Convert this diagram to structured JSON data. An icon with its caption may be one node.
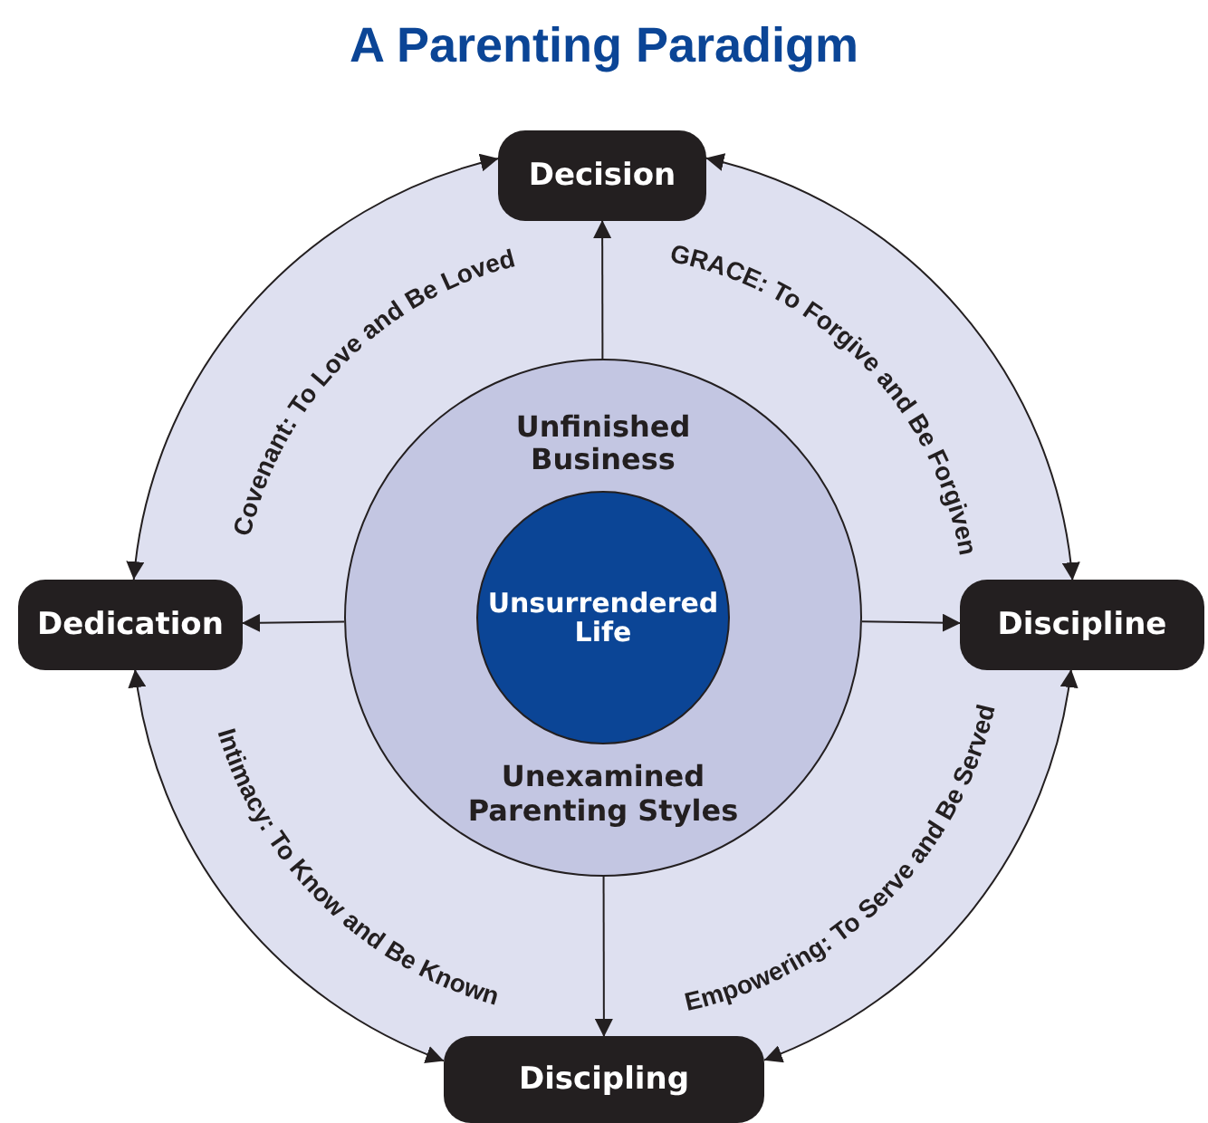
{
  "diagram": {
    "title": "A Parenting Paradigm",
    "nodes": [
      {
        "text": [
          "Decision"
        ]
      },
      {
        "text": [
          "Dedication"
        ]
      },
      {
        "text": [
          "Discipline"
        ]
      },
      {
        "text": [
          "Discipling"
        ]
      },
      {
        "text": [
          "Unfinished Business",
          "Unexamined Parenting Styles"
        ]
      },
      {
        "text": [
          "Unsurrendered Life"
        ],
        "in": 4
      }
    ],
    "edges": [
      {
        "from": 1,
        "to": 0,
        "arrow": "both",
        "label": "Covenant: To Love and Be Loved"
      },
      {
        "from": 0,
        "to": 2,
        "arrow": "both",
        "label": "GRACE: To Forgive and Be Forgiven"
      },
      {
        "from": 1,
        "to": 3,
        "arrow": "both",
        "label": "Intimacy: To Know and Be Known"
      },
      {
        "from": 3,
        "to": 2,
        "arrow": "both",
        "label": "Empowering: To Serve and Be Served"
      },
      {
        "from": 4,
        "to": 0,
        "arrow": "to"
      },
      {
        "from": 4,
        "to": 1,
        "arrow": "to"
      },
      {
        "from": 4,
        "to": 2,
        "arrow": "to"
      },
      {
        "from": 4,
        "to": 3,
        "arrow": "to"
      }
    ]
  }
}
